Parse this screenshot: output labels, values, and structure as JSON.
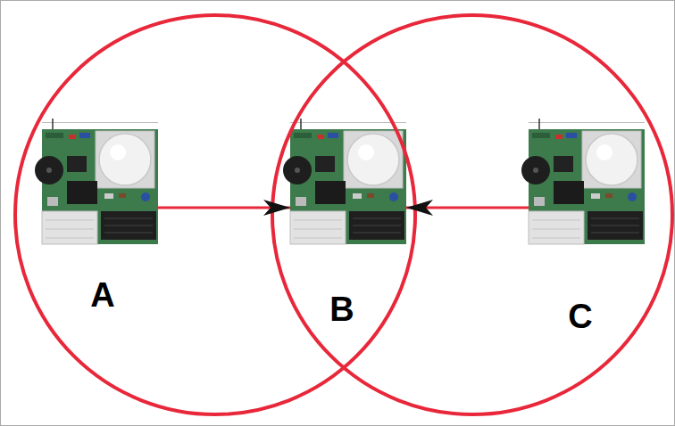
{
  "diagram": {
    "nodes": [
      {
        "text": [
          "A"
        ]
      },
      {
        "text": [
          "B"
        ]
      },
      {
        "text": [
          "C"
        ]
      }
    ],
    "edges": [
      {
        "from": 0,
        "to": 1,
        "arrow": "to"
      },
      {
        "from": 2,
        "to": 1,
        "arrow": "to"
      }
    ]
  }
}
